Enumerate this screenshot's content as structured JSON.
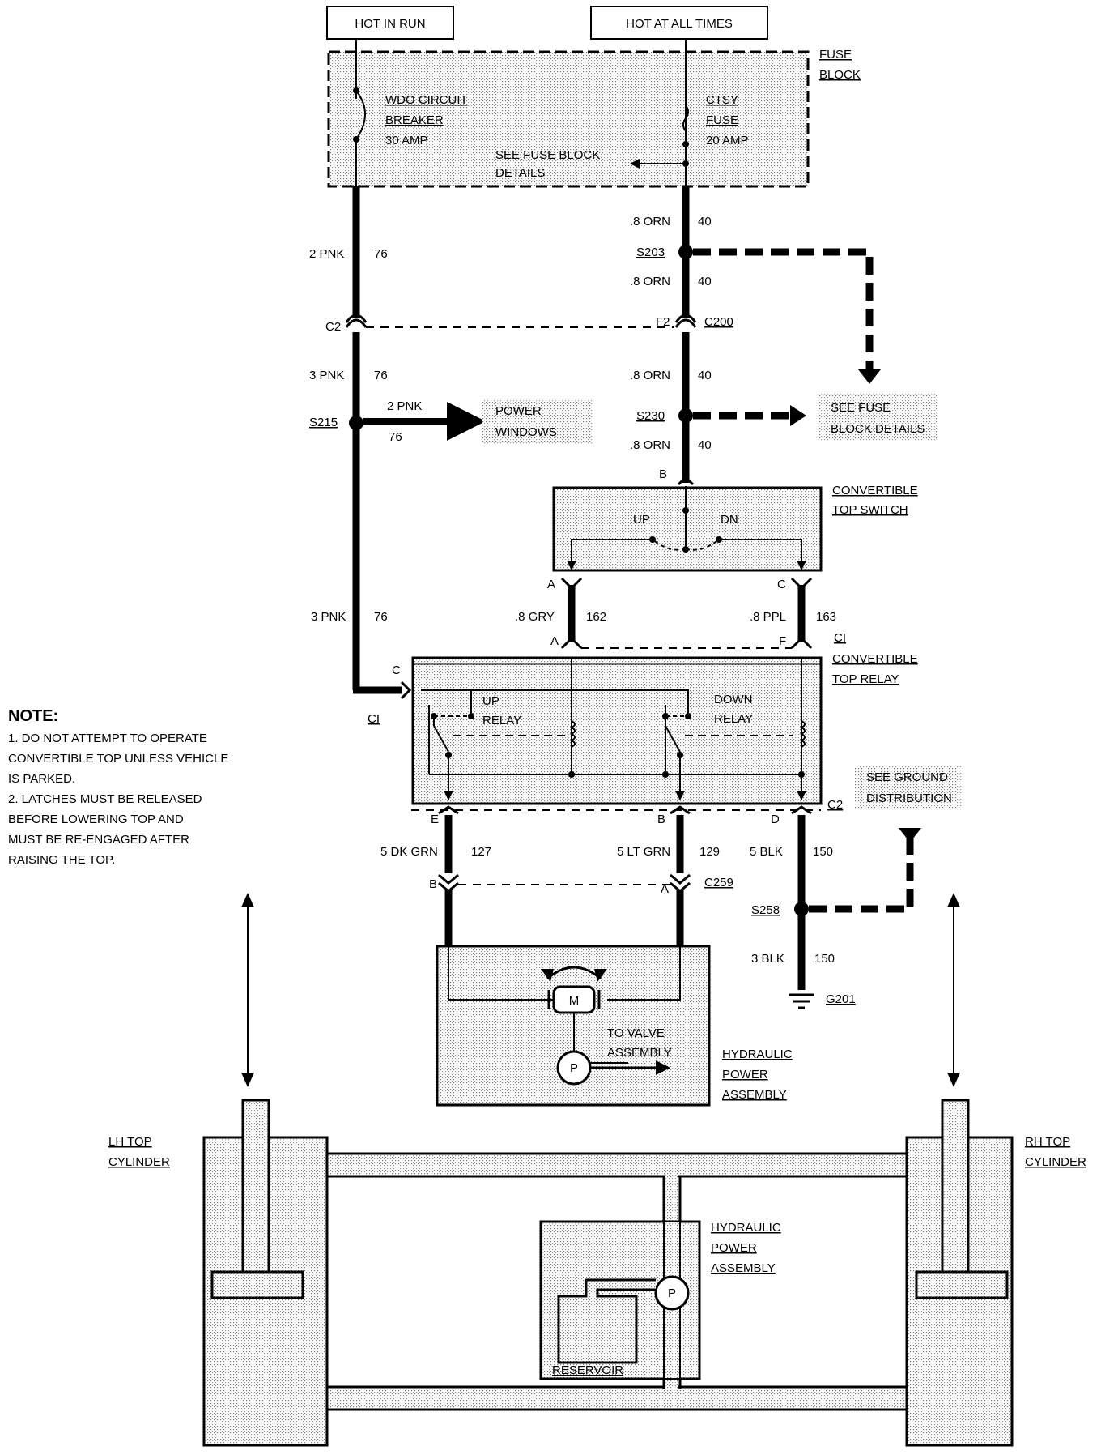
{
  "power": {
    "hot_in_run": "HOT IN RUN",
    "hot_at_all_times": "HOT AT ALL TIMES"
  },
  "fuse_block": {
    "title_1": "FUSE",
    "title_2": "BLOCK",
    "breaker_1": "WDO CIRCUIT",
    "breaker_2": "BREAKER",
    "breaker_3": "30 AMP",
    "fuse_1": "CTSY",
    "fuse_2": "FUSE",
    "fuse_3": "20 AMP",
    "details_1": "SEE FUSE BLOCK",
    "details_2": "DETAILS"
  },
  "left_wires": {
    "w1": "2 PNK",
    "c1": "76",
    "conn": "C2",
    "w2": "3 PNK",
    "c2": "76",
    "splice": "S215",
    "branch_wire": "2 PNK",
    "branch_circuit": "76",
    "branch_1": "POWER",
    "branch_2": "WINDOWS",
    "w3": "3 PNK",
    "c3": "76"
  },
  "right_wires": {
    "w1": ".8 ORN",
    "c1": "40",
    "s1": "S203",
    "w2": ".8 ORN",
    "c2": "40",
    "conn_pin": "F2",
    "conn": "C200",
    "w3": ".8 ORN",
    "c3": "40",
    "s2": "S230",
    "w4": ".8 ORN",
    "c4": "40",
    "see_1": "SEE FUSE",
    "see_2": "BLOCK DETAILS",
    "pin_b": "B"
  },
  "switch": {
    "name_1": "CONVERTIBLE",
    "name_2": "TOP SWITCH",
    "up": "UP",
    "dn": "DN",
    "pin_a": "A",
    "pin_c": "C"
  },
  "relay_wires": {
    "gry": ".8 GRY",
    "gry_c": "162",
    "ppl": ".8 PPL",
    "ppl_c": "163",
    "pin_a": "A",
    "pin_f": "F",
    "pin_c": "C",
    "conn_c1_left": "CI",
    "conn_c1_right": "CI"
  },
  "relay": {
    "name_1": "CONVERTIBLE",
    "name_2": "TOP RELAY",
    "up_1": "UP",
    "up_2": "RELAY",
    "down_1": "DOWN",
    "down_2": "RELAY"
  },
  "motor_wires": {
    "pin_e": "E",
    "pin_b": "B",
    "pin_d": "D",
    "conn_c2": "C2",
    "dkgrn": "5 DK GRN",
    "dkgrn_c": "127",
    "ltgrn": "5 LT GRN",
    "ltgrn_c": "129",
    "blk": "5 BLK",
    "blk_c": "150",
    "pin_b2": "B",
    "pin_a2": "A",
    "conn": "C259",
    "splice": "S258",
    "blk3": "3 BLK",
    "blk3_c": "150",
    "ground": "G201",
    "see_1": "SEE GROUND",
    "see_2": "DISTRIBUTION"
  },
  "hydraulic": {
    "motor": "M",
    "pump": "P",
    "valve_1": "TO VALVE",
    "valve_2": "ASSEMBLY",
    "name_1": "HYDRAULIC",
    "name_2": "POWER",
    "name_3": "ASSEMBLY"
  },
  "note": {
    "title": "NOTE:",
    "lines": [
      "1. DO NOT ATTEMPT TO OPERATE",
      "CONVERTIBLE TOP UNLESS VEHICLE",
      "IS PARKED.",
      "2. LATCHES MUST BE RELEASED",
      "BEFORE LOWERING TOP AND",
      "MUST BE RE-ENGAGED AFTER",
      "RAISING THE TOP."
    ]
  },
  "cylinders": {
    "lh_1": "LH TOP",
    "lh_2": "CYLINDER",
    "rh_1": "RH TOP",
    "rh_2": "CYLINDER",
    "hyd_1": "HYDRAULIC",
    "hyd_2": "POWER",
    "hyd_3": "ASSEMBLY",
    "pump": "P",
    "reservoir": "RESERVOIR"
  }
}
